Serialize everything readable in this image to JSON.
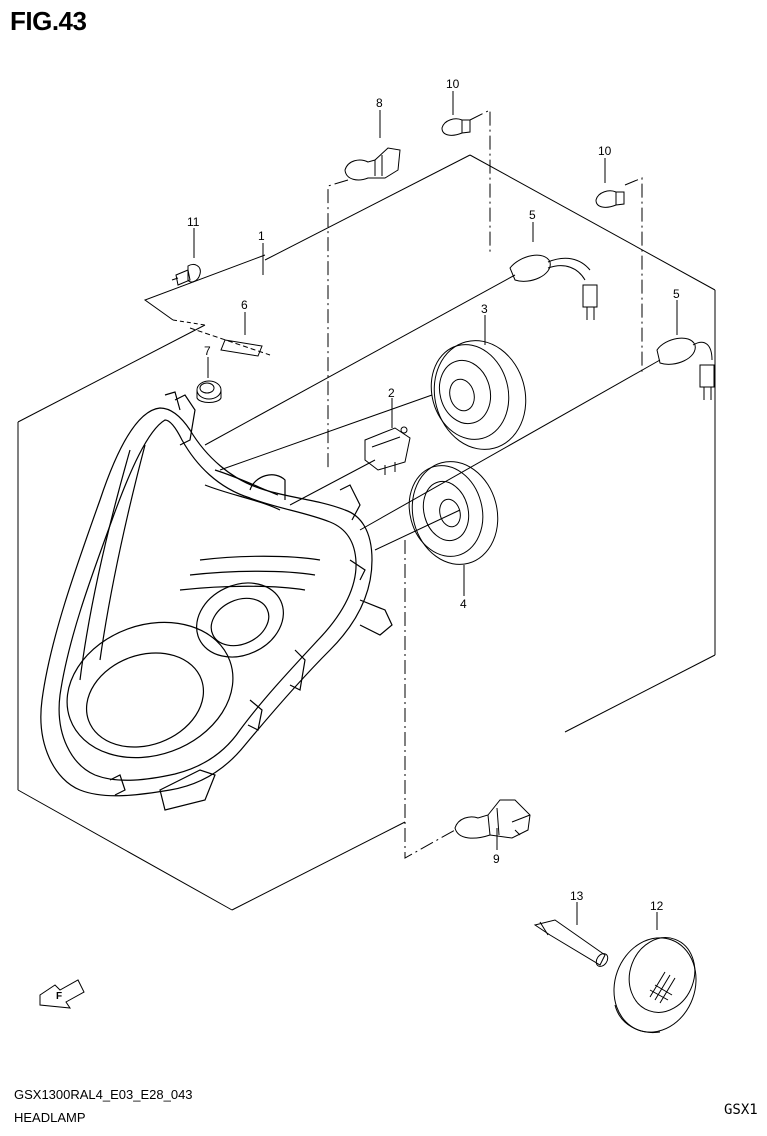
{
  "figure": {
    "title": "FIG.43",
    "code": "GSX1300RAL4_E03_E28_043",
    "name": "HEADLAMP",
    "model": "GSX1"
  },
  "parts": {
    "p1": "1",
    "p2": "2",
    "p3": "3",
    "p4": "4",
    "p5a": "5",
    "p5b": "5",
    "p6": "6",
    "p7": "7",
    "p8": "8",
    "p9": "9",
    "p10a": "10",
    "p10b": "10",
    "p11": "11",
    "p12": "12",
    "p13": "13"
  },
  "direction_marker": {
    "text": "F",
    "icon": "front-direction-arrow-icon"
  }
}
